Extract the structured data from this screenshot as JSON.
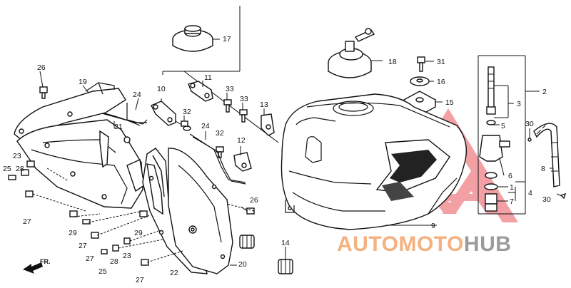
{
  "diagram": {
    "callouts": [
      {
        "id": "c-17",
        "text": "17"
      },
      {
        "id": "c-18",
        "text": "18"
      },
      {
        "id": "c-31",
        "text": "31"
      },
      {
        "id": "c-16",
        "text": "16"
      },
      {
        "id": "c-15",
        "text": "15"
      },
      {
        "id": "c-2",
        "text": "2"
      },
      {
        "id": "c-3",
        "text": "3"
      },
      {
        "id": "c-5",
        "text": "5"
      },
      {
        "id": "c-30a",
        "text": "30"
      },
      {
        "id": "c-6",
        "text": "6"
      },
      {
        "id": "c-8",
        "text": "8"
      },
      {
        "id": "c-1",
        "text": "1"
      },
      {
        "id": "c-4",
        "text": "4"
      },
      {
        "id": "c-7",
        "text": "7"
      },
      {
        "id": "c-30b",
        "text": "30"
      },
      {
        "id": "c-9",
        "text": "9"
      },
      {
        "id": "c-26a",
        "text": "26"
      },
      {
        "id": "c-19",
        "text": "19"
      },
      {
        "id": "c-24a",
        "text": "24"
      },
      {
        "id": "c-10",
        "text": "10"
      },
      {
        "id": "c-11",
        "text": "11"
      },
      {
        "id": "c-33a",
        "text": "33"
      },
      {
        "id": "c-33b",
        "text": "33"
      },
      {
        "id": "c-13",
        "text": "13"
      },
      {
        "id": "c-32a",
        "text": "32"
      },
      {
        "id": "c-21",
        "text": "21"
      },
      {
        "id": "c-24b",
        "text": "24"
      },
      {
        "id": "c-32b",
        "text": "32"
      },
      {
        "id": "c-12",
        "text": "12"
      },
      {
        "id": "c-23a",
        "text": "23"
      },
      {
        "id": "c-25a",
        "text": "25"
      },
      {
        "id": "c-28a",
        "text": "28"
      },
      {
        "id": "c-27a",
        "text": "27"
      },
      {
        "id": "c-26b",
        "text": "26"
      },
      {
        "id": "c-29a",
        "text": "29"
      },
      {
        "id": "c-29b",
        "text": "29"
      },
      {
        "id": "c-27b",
        "text": "27"
      },
      {
        "id": "c-27c",
        "text": "27"
      },
      {
        "id": "c-23b",
        "text": "23"
      },
      {
        "id": "c-28b",
        "text": "28"
      },
      {
        "id": "c-25b",
        "text": "25"
      },
      {
        "id": "c-27d",
        "text": "27"
      },
      {
        "id": "c-22",
        "text": "22"
      },
      {
        "id": "c-20",
        "text": "20"
      },
      {
        "id": "c-14",
        "text": "14"
      }
    ],
    "direction_label": "FR.",
    "watermark": {
      "part1": "AUTO",
      "part2": "MOTO",
      "part3": "HUB",
      "color_orange": "#f4a46a",
      "color_gray": "#8a8a8a",
      "logo_color": "#e8545a"
    }
  }
}
